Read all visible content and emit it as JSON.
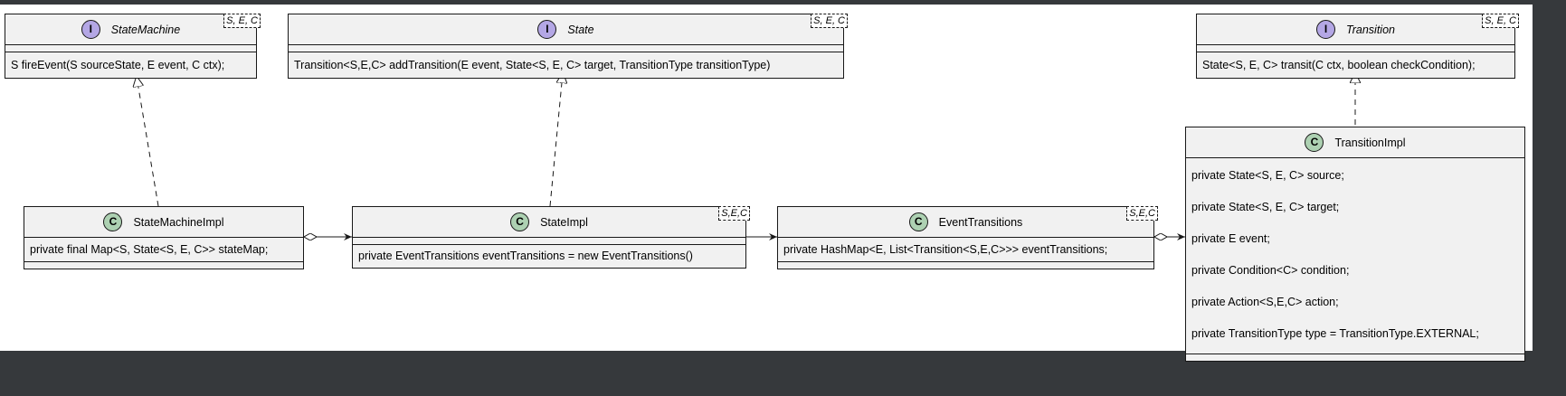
{
  "classes": {
    "state_machine": {
      "kind": "I",
      "name": "StateMachine",
      "type_params": "S, E, C",
      "methods": [
        "S fireEvent(S sourceState, E event, C ctx);"
      ]
    },
    "state": {
      "kind": "I",
      "name": "State",
      "type_params": "S, E, C",
      "methods": [
        "Transition<S,E,C> addTransition(E event, State<S, E, C> target, TransitionType transitionType)"
      ]
    },
    "transition": {
      "kind": "I",
      "name": "Transition",
      "type_params": "S, E, C",
      "methods": [
        "State<S, E, C> transit(C ctx, boolean checkCondition);"
      ]
    },
    "state_machine_impl": {
      "kind": "C",
      "name": "StateMachineImpl",
      "fields": [
        "private final Map<S, State<S, E, C>> stateMap;"
      ]
    },
    "state_impl": {
      "kind": "C",
      "name": "StateImpl",
      "type_params": "S,E,C",
      "methods": [
        "private EventTransitions eventTransitions = new EventTransitions()"
      ]
    },
    "event_transitions": {
      "kind": "C",
      "name": "EventTransitions",
      "type_params": "S,E,C",
      "fields": [
        "private HashMap<E, List<Transition<S,E,C>>> eventTransitions;"
      ]
    },
    "transition_impl": {
      "kind": "C",
      "name": "TransitionImpl",
      "fields": [
        "private State<S, E, C> source;",
        "private State<S, E, C> target;",
        "private E event;",
        "private Condition<C> condition;",
        "private Action<S,E,C> action;",
        "private TransitionType type = TransitionType.EXTERNAL;"
      ]
    }
  },
  "relations": [
    {
      "from": "StateMachineImpl",
      "to": "StateMachine",
      "type": "realization"
    },
    {
      "from": "StateImpl",
      "to": "State",
      "type": "realization"
    },
    {
      "from": "TransitionImpl",
      "to": "Transition",
      "type": "realization"
    },
    {
      "from": "StateMachineImpl",
      "to": "StateImpl",
      "type": "aggregation"
    },
    {
      "from": "StateImpl",
      "to": "EventTransitions",
      "type": "association"
    },
    {
      "from": "EventTransitions",
      "to": "TransitionImpl",
      "type": "aggregation"
    }
  ],
  "colors": {
    "background": "#36393c",
    "canvas": "#ffffff",
    "class_fill": "#f1f1f1",
    "border": "#181818",
    "interface_badge": "#b4a7e5",
    "class_badge": "#add1b2"
  }
}
